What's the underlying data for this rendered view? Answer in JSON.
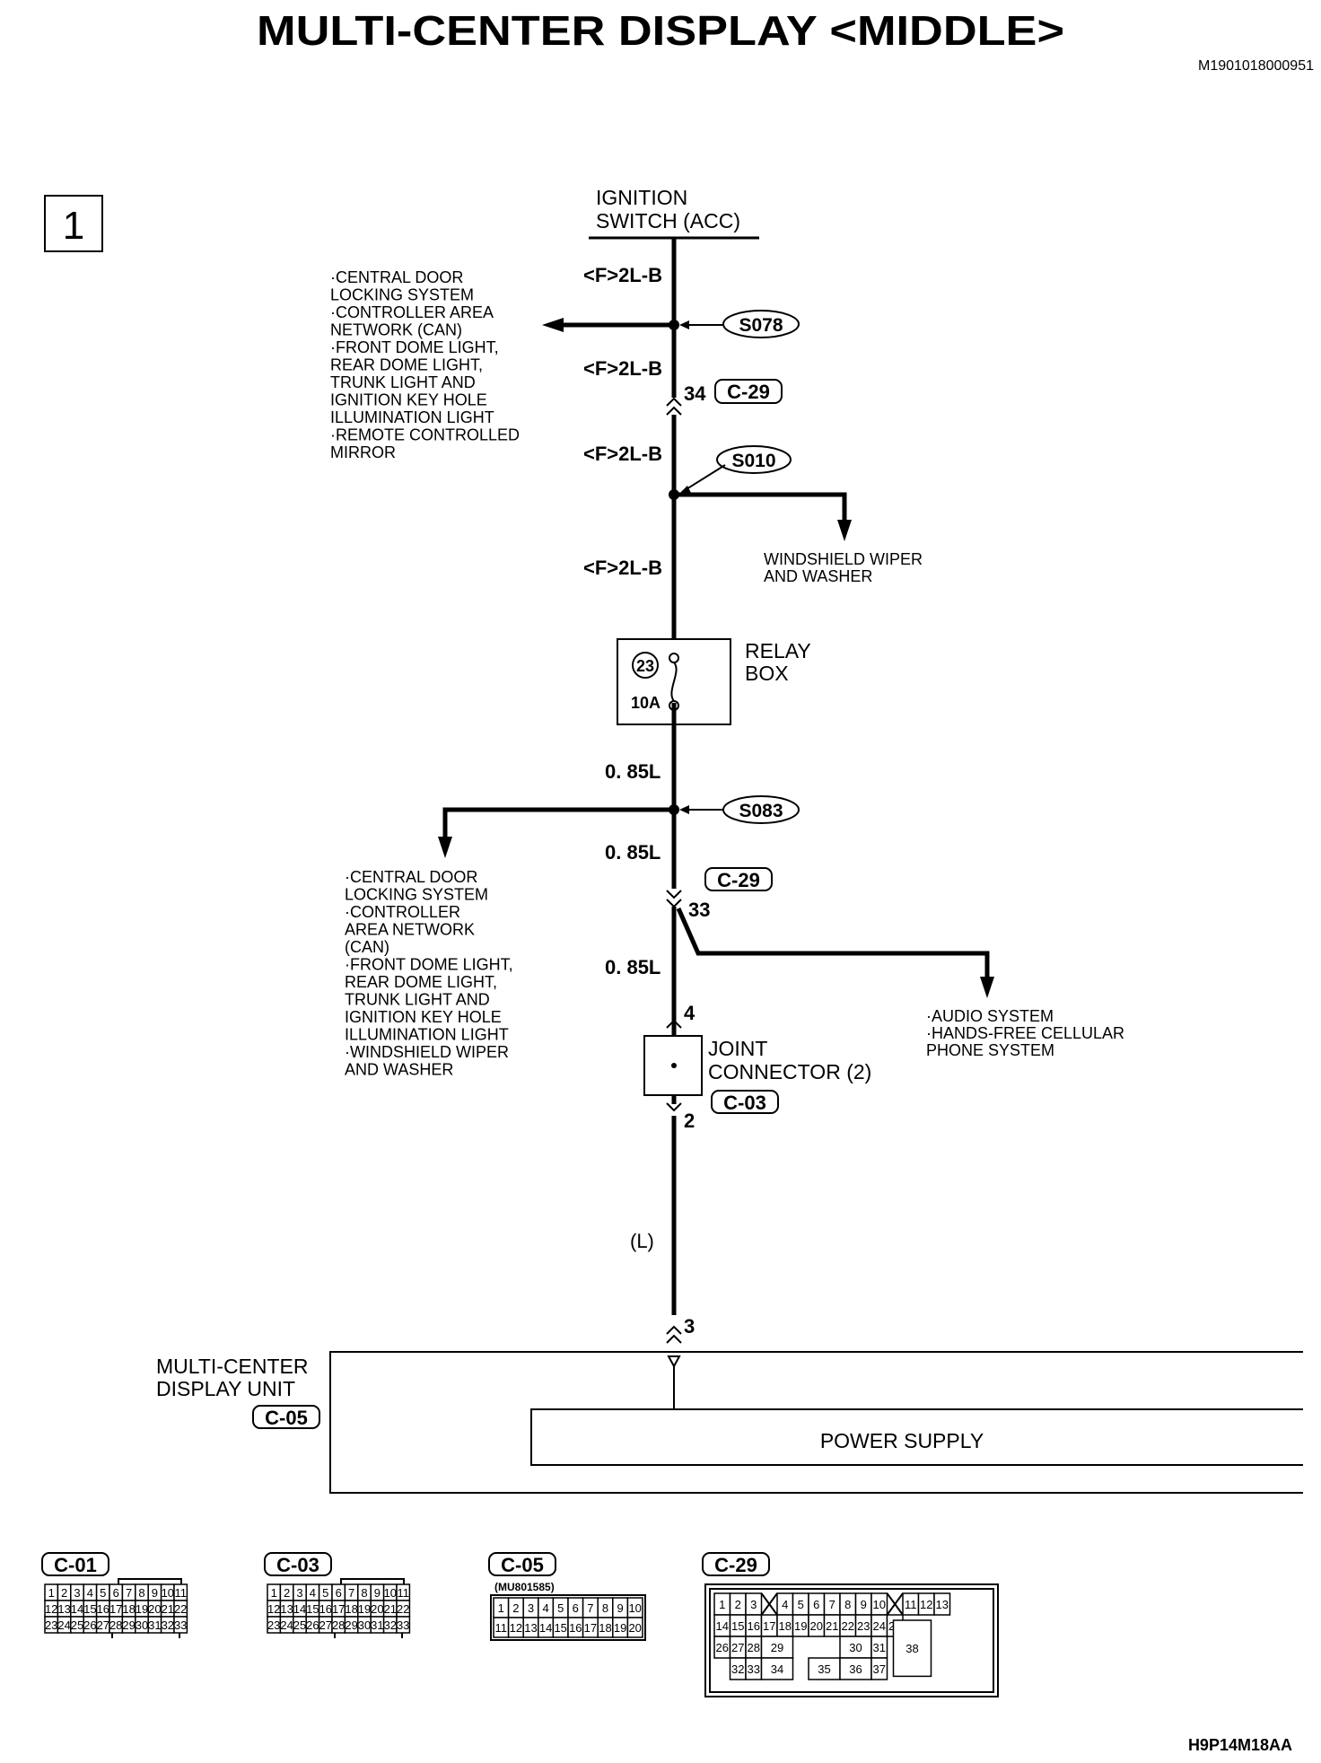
{
  "title": "MULTI-CENTER DISPLAY <MIDDLE>",
  "doc_id": "M1901018000951",
  "figure_code": "H9P14M18AA",
  "box_number": "1",
  "ignition_switch": {
    "line1": "IGNITION",
    "line2": "SWITCH (ACC)"
  },
  "wires": {
    "w1": "<F>2L-B",
    "w2": "<F>2L-B",
    "w3": "<F>2L-B",
    "w4": "<F>2L-B",
    "w5": "0. 85L",
    "w6": "0. 85L",
    "w7": "0. 85L",
    "w8": "(L)"
  },
  "splices": {
    "s078": "S078",
    "s010": "S010",
    "s083": "S083"
  },
  "connectors": {
    "c29_top_pin": "34",
    "c29_top": "C-29",
    "c29_mid": "C-29",
    "c29_mid_pin": "33",
    "c03": "C-03",
    "c03_pin_in": "4",
    "c03_pin_out": "2",
    "c05_pin": "3",
    "c05": "C-05"
  },
  "left_branch_1": [
    "·CENTRAL DOOR",
    " LOCKING SYSTEM",
    "·CONTROLLER AREA",
    " NETWORK (CAN)",
    "·FRONT DOME LIGHT,",
    " REAR DOME LIGHT,",
    " TRUNK LIGHT AND",
    " IGNITION KEY HOLE",
    " ILLUMINATION LIGHT",
    "·REMOTE CONTROLLED",
    " MIRROR"
  ],
  "right_branch_1": [
    "WINDSHIELD WIPER",
    "AND WASHER"
  ],
  "relay_box": {
    "fuse_no": "23",
    "rating": "10A",
    "line1": "RELAY",
    "line2": "BOX"
  },
  "left_branch_2": [
    "·CENTRAL DOOR",
    " LOCKING SYSTEM",
    "·CONTROLLER",
    " AREA NETWORK",
    " (CAN)",
    "·FRONT DOME LIGHT,",
    " REAR DOME LIGHT,",
    " TRUNK LIGHT AND",
    " IGNITION KEY HOLE",
    " ILLUMINATION LIGHT",
    "·WINDSHIELD WIPER",
    " AND WASHER"
  ],
  "right_branch_2": [
    "·AUDIO SYSTEM",
    "·HANDS-FREE CELLULAR",
    " PHONE SYSTEM"
  ],
  "joint_connector": {
    "line1": "JOINT",
    "line2": "CONNECTOR (2)"
  },
  "unit": {
    "line1": "MULTI-CENTER",
    "line2": "DISPLAY UNIT",
    "inner": "POWER SUPPLY"
  },
  "connector_views": {
    "c01": {
      "label": "C-01"
    },
    "c03": {
      "label": "C-03"
    },
    "c05": {
      "label": "C-05",
      "part": "(MU801585)"
    },
    "c29": {
      "label": "C-29"
    }
  }
}
